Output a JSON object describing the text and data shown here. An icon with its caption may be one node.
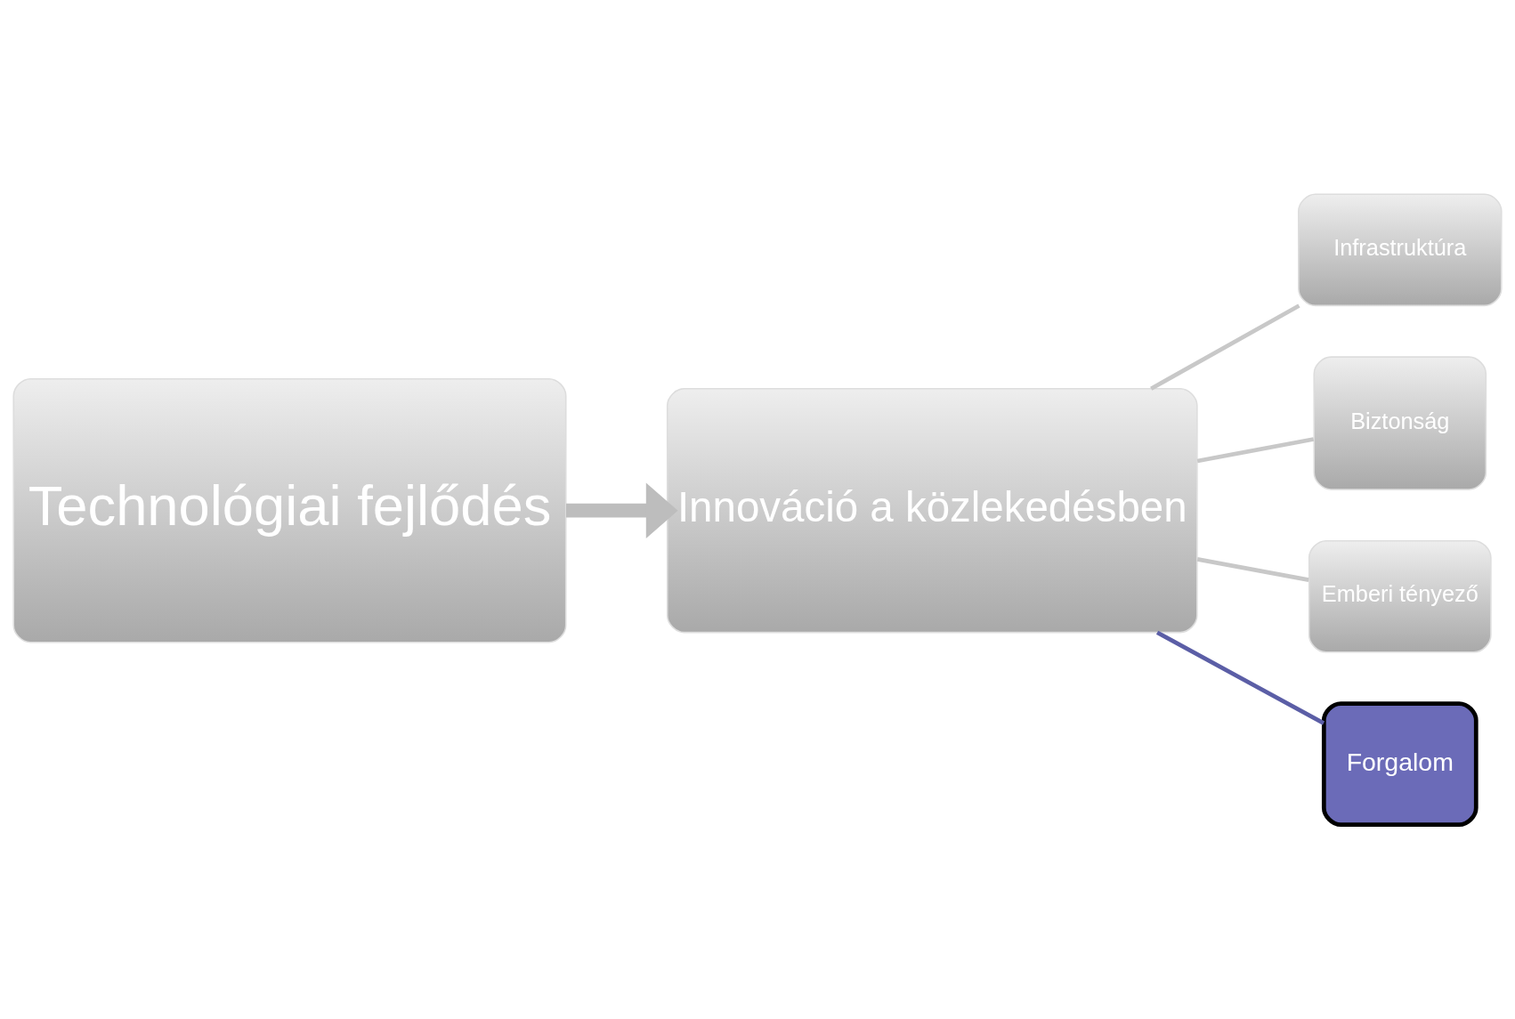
{
  "diagram": {
    "nodes": [
      {
        "text": [
          "Technológiai fejlődés"
        ]
      },
      {
        "text": [
          "Innováció a közlekedésben"
        ]
      },
      {
        "text": [
          "Infrastruktúra"
        ]
      },
      {
        "text": [
          "Biztonság"
        ]
      },
      {
        "text": [
          "Emberi tényező"
        ]
      },
      {
        "text": [
          "Forgalom"
        ]
      }
    ],
    "edges": [
      {
        "from": 0,
        "to": 1,
        "arrow": "to",
        "style": "thick"
      },
      {
        "from": 1,
        "to": 2,
        "arrow": "none"
      },
      {
        "from": 1,
        "to": 3,
        "arrow": "none"
      },
      {
        "from": 1,
        "to": 4,
        "arrow": "none"
      },
      {
        "from": 1,
        "to": 5,
        "arrow": "none",
        "color": "#5b5ea6"
      }
    ]
  }
}
